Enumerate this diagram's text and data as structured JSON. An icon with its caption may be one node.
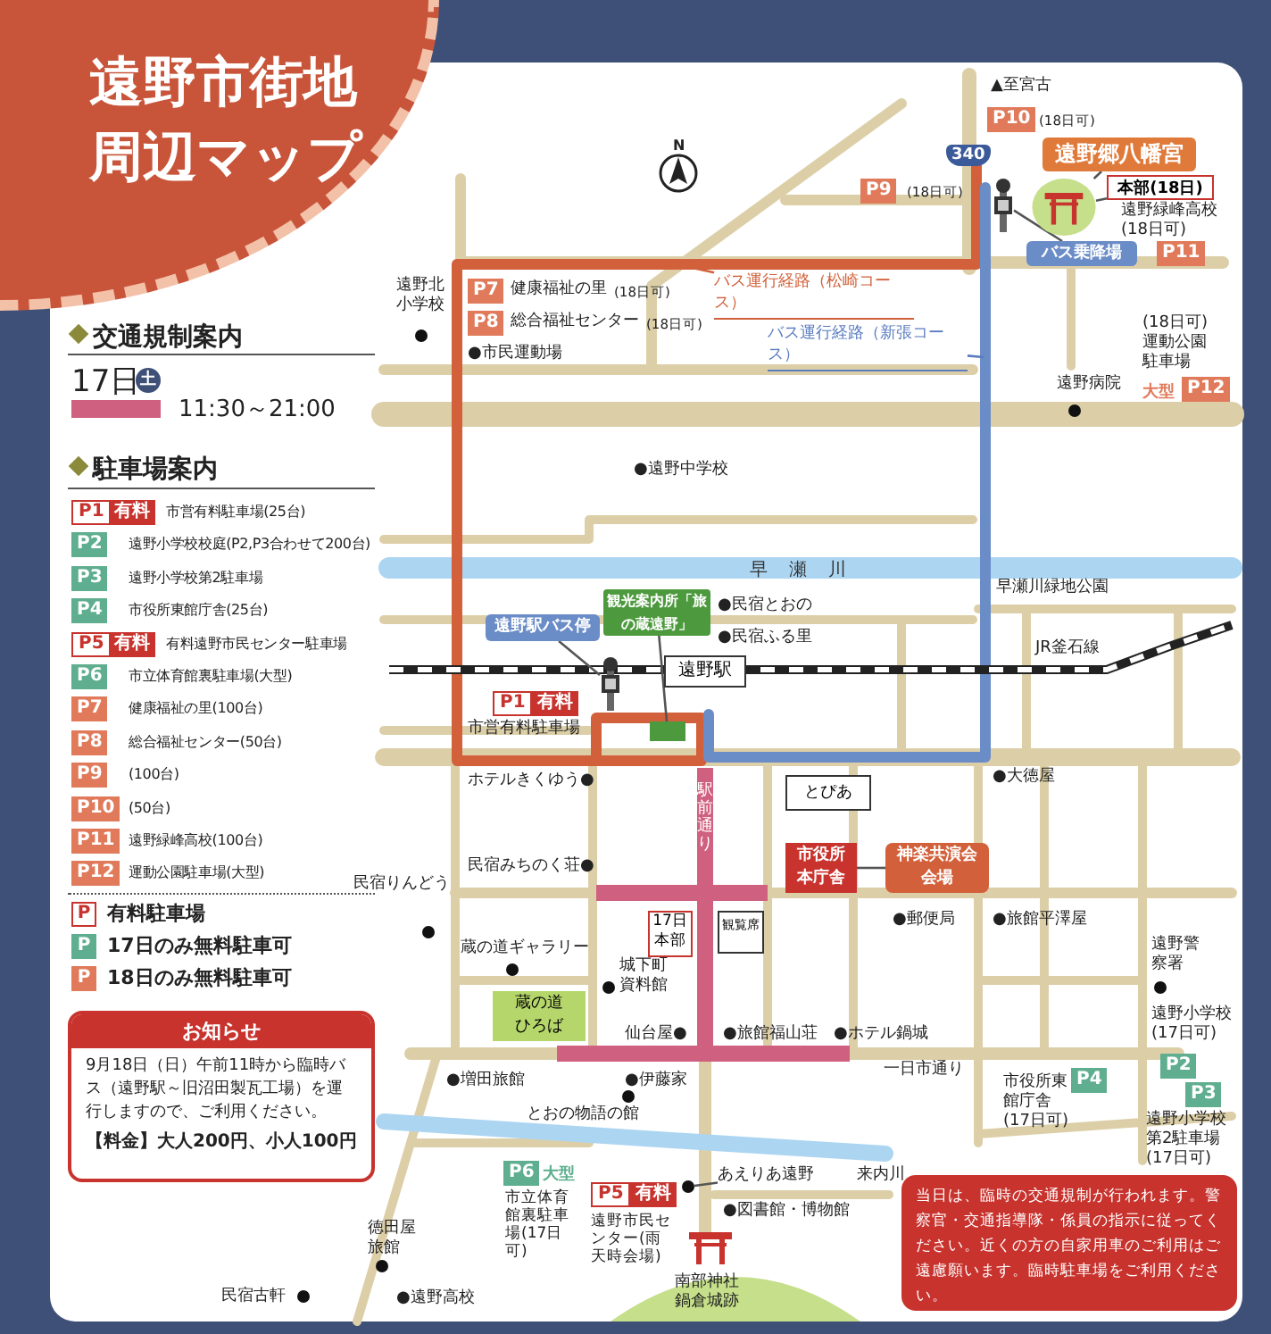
{
  "diagram": {
    "title": "遠野市街地周辺マップ",
    "nodes": [
      {
        "text": [
          "遠野駅バス停"
        ]
      },
      {
        "text": [],
        "shape": "picture"
      },
      {
        "text": [
          "観光案内所「旅の蔵遠野」"
        ]
      },
      {
        "text": [],
        "shape": "box"
      },
      {
        "text": [
          "バス乗降場"
        ]
      },
      {
        "text": [],
        "shape": "picture"
      },
      {
        "text": [
          "遠野郷八幡宮"
        ]
      },
      {
        "text": [
          "本部(18日)"
        ]
      },
      {
        "text": [],
        "shape": "picture"
      },
      {
        "text": [
          "市役所本庁舎"
        ]
      },
      {
        "text": [
          "神楽共演会会場"
        ]
      },
      {
        "text": [
          "あえりあ遠野"
        ]
      },
      {
        "text": [],
        "shape": "circle"
      },
      {
        "text": [
          "バス運行経路（松崎コース）"
        ]
      },
      {
        "text": [
          "バス運行経路（新張コース）"
        ]
      },
      {
        "text": [
          "遠野駅"
        ]
      },
      {
        "text": [
          "とぴあ"
        ]
      },
      {
        "text": [
          "観覧席"
        ]
      },
      {
        "text": [
          "17日本部"
        ]
      },
      {
        "text": [
          "蔵の道ひろば"
        ]
      },
      {
        "text": [
          "お知らせ",
          "9月18日（日）午前11時から臨時バス（遠野駅～旧沼田製瓦工場）を運行しますので、ご利用ください。",
          "【料金】大人**200**円、小人**100**円"
        ]
      },
      {
        "text": [
          "当日は、臨時の交通規制が行われます。警察官・交通指導隊・係員の指示に従ってください。近くの方の自家用車のご利用はご遠慮願います。臨時駐車場をご利用ください。"
        ]
      }
    ],
    "edges": [
      {
        "from": 0,
        "to": 1,
        "arrow": "none"
      },
      {
        "from": 2,
        "to": 3,
        "arrow": "none"
      },
      {
        "from": 4,
        "to": 5,
        "arrow": "none"
      },
      {
        "from": 6,
        "to": 8,
        "arrow": "none"
      },
      {
        "from": 7,
        "to": 8,
        "arrow": "none"
      },
      {
        "from": 10,
        "to": 9,
        "arrow": "none"
      },
      {
        "from": 11,
        "to": 12,
        "arrow": "none"
      },
      {
        "from": 13,
        "to": null,
        "arrow": "none",
        "color": "#d2603a"
      },
      {
        "from": 14,
        "to": null,
        "arrow": "none",
        "color": "#5a7cc0"
      }
    ],
    "labels": [
      "交通規制案内",
      "17日",
      "土",
      "駐車場案内",
      "P1",
      "有料",
      "市営有料駐車場(25台)",
      "P2",
      "遠野小学校校庭(P2,P3合わせて200台)",
      "P3",
      "遠野小学校第2駐車場",
      "P4",
      "市役所東館庁舎(25台)",
      "P5",
      "有料",
      "有料遠野市民センター駐車場",
      "P6",
      "市立体育館裏駐車場(大型)",
      "P7",
      "健康福祉の里(100台)",
      "P8",
      "総合福祉センター(50台)",
      "P9",
      "(100台)",
      "P10",
      "(50台)",
      "P11",
      "遠野緑峰高校(100台)",
      "P12",
      "運動公園駐車場(大型)",
      "P",
      "P",
      "P",
      "▲至宮古",
      "P10",
      "(18日可)",
      "N",
      "340",
      "P9",
      "(18日可)",
      "遠野緑峰高校(18日可)",
      "P11",
      "遠野北小学校",
      "P7",
      "健康福祉の里",
      "(18日可)",
      "P8",
      "総合福祉センター",
      "(18日可)",
      "●市民運動場",
      "遠野病院",
      "(18日可)運動公園駐車場",
      "大型",
      "P12",
      "●遠野中学校",
      "早瀬川",
      "早瀬川緑地公園",
      "●民宿とおの",
      "●民宿ふる里",
      "JR釜石線",
      "P1",
      "有料",
      "市営有料駐車場",
      "ホテルきくゆう●",
      "●大徳屋",
      "民宿みちのく荘●",
      "民宿りんどう",
      "駅前通り",
      "●郵便局",
      "●旅館平澤屋",
      "蔵の道ギャラリー",
      "城下町資料館",
      "遠野警察署",
      "仙台屋●",
      "●旅館福山荘",
      "●ホテル鍋城",
      "遠野小学校(17日可)",
      "P2",
      "P3",
      "一日市通り",
      "●増田旅館",
      "●伊藤家",
      "とおの物語の館",
      "市役所東館庁舎(17日可)",
      "P4",
      "遠野小学校第2駐車場(17日可)",
      "P6",
      "大型",
      "市立体育館裏駐車場(17日可)",
      "P5",
      "有料",
      "遠野市民センター(雨天時会場)",
      "来内川",
      "●図書館・博物館",
      "南部神社鍋倉城跡",
      "徳田屋旅館",
      "民宿古軒",
      "●遠野高校"
    ],
    "legend": [
      {
        "text": "11:30～21:00",
        "color": "#d0607f"
      },
      {
        "text": "有料駐車場"
      },
      {
        "text": "17日のみ無料駐車可",
        "color": "#5fae8f"
      },
      {
        "text": "18日のみ無料駐車可",
        "color": "#e07a5a"
      }
    ]
  }
}
